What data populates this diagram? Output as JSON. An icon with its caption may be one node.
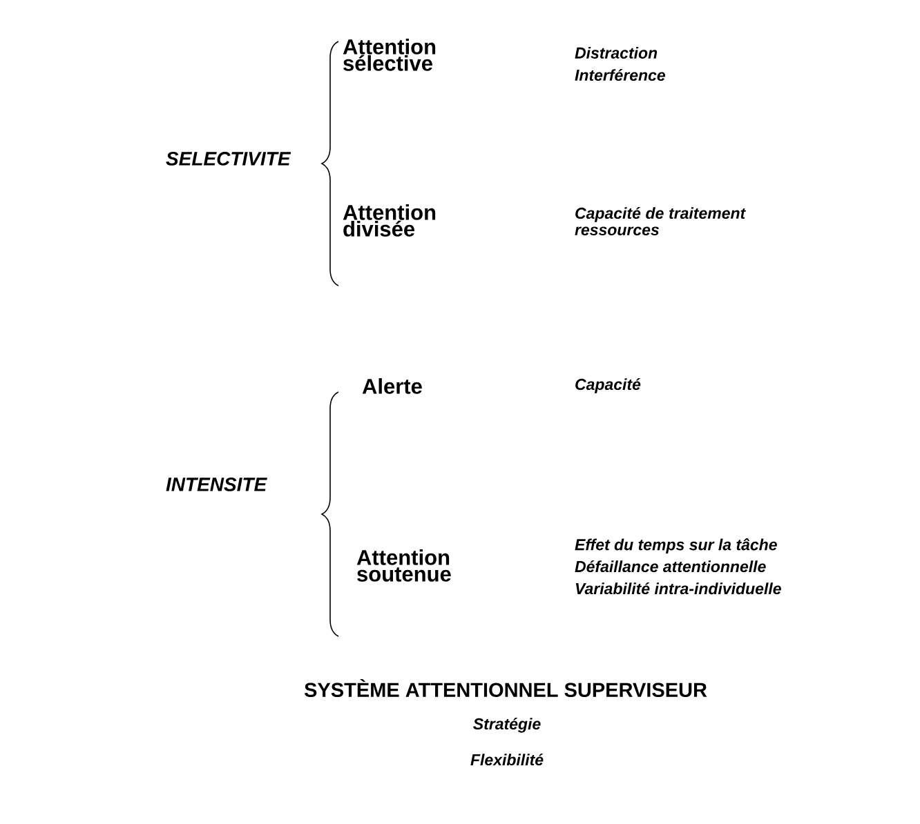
{
  "diagram": {
    "labels": [
      "Attention sélective",
      "Distraction",
      "Interférence",
      "SELECTIVITE",
      "Attention divisée",
      "Capacité de traitement ressources",
      "Alerte",
      "Capacité",
      "INTENSITE",
      "Attention soutenue",
      "Effet du temps sur la tâche",
      "Défaillance attentionnelle",
      "Variabilité intra-individuelle",
      "SYSTÈME ATTENTIONNEL SUPERVISEUR",
      "Stratégie",
      "Flexibilité"
    ]
  }
}
